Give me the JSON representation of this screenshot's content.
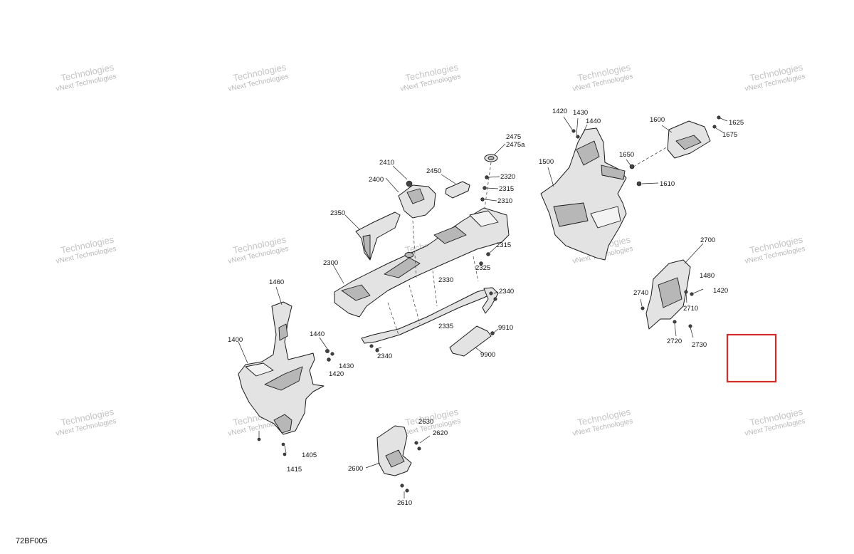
{
  "diagram": {
    "code": "72BF005",
    "watermark_line1": "vNext Technologies",
    "watermark_line2": "Technologies",
    "highlight_color": "#d62b2b",
    "labels": [
      {
        "text": "1400"
      },
      {
        "text": "1405"
      },
      {
        "text": "1415"
      },
      {
        "text": "1420"
      },
      {
        "text": "1420"
      },
      {
        "text": "1420"
      },
      {
        "text": "1430"
      },
      {
        "text": "1430"
      },
      {
        "text": "1440"
      },
      {
        "text": "1440"
      },
      {
        "text": "1460"
      },
      {
        "text": "1480"
      },
      {
        "text": "1500"
      },
      {
        "text": "1600"
      },
      {
        "text": "1610"
      },
      {
        "text": "1625"
      },
      {
        "text": "1650"
      },
      {
        "text": "1675"
      },
      {
        "text": "2300"
      },
      {
        "text": "2310"
      },
      {
        "text": "2315"
      },
      {
        "text": "2315"
      },
      {
        "text": "2320"
      },
      {
        "text": "2325"
      },
      {
        "text": "2330"
      },
      {
        "text": "2335"
      },
      {
        "text": "2340"
      },
      {
        "text": "2340"
      },
      {
        "text": "2350"
      },
      {
        "text": "2400"
      },
      {
        "text": "2410"
      },
      {
        "text": "2450"
      },
      {
        "text": "2475"
      },
      {
        "text": "2475a"
      },
      {
        "text": "2600"
      },
      {
        "text": "2610"
      },
      {
        "text": "2620"
      },
      {
        "text": "2630"
      },
      {
        "text": "2700"
      },
      {
        "text": "2710"
      },
      {
        "text": "2720"
      },
      {
        "text": "2730"
      },
      {
        "text": "2740"
      },
      {
        "text": "9900"
      },
      {
        "text": "9910"
      }
    ]
  }
}
